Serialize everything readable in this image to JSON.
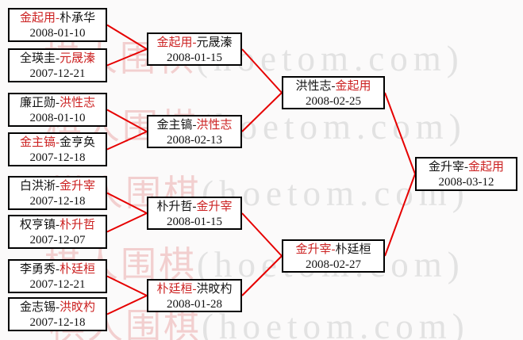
{
  "palette": {
    "background": "#fbfafa",
    "box_border": "#000000",
    "name_color": "#141414",
    "winner_color": "#cc2222",
    "line_color": "#e60000",
    "watermark_cjk_color": "#f2cfcf",
    "watermark_latin_color": "#e2e2e2"
  },
  "ui": {
    "separator": "-"
  },
  "watermark": {
    "cjk": "棋人围棋",
    "latin": "(hoetom.com)"
  },
  "bracket": {
    "round1": [
      {
        "p1": "金起用",
        "p1_win": true,
        "p2": "朴承华",
        "p2_win": false,
        "date": "2008-01-10"
      },
      {
        "p1": "全瑛圭",
        "p1_win": false,
        "p2": "元晟溱",
        "p2_win": true,
        "date": "2007-12-21"
      },
      {
        "p1": "廉正勋",
        "p1_win": false,
        "p2": "洪性志",
        "p2_win": true,
        "date": "2008-01-10"
      },
      {
        "p1": "金主镐",
        "p1_win": true,
        "p2": "金亨奂",
        "p2_win": false,
        "date": "2007-12-18"
      },
      {
        "p1": "白洪淅",
        "p1_win": false,
        "p2": "金升宰",
        "p2_win": true,
        "date": "2007-12-18"
      },
      {
        "p1": "权亨镇",
        "p1_win": false,
        "p2": "朴升哲",
        "p2_win": true,
        "date": "2007-12-07"
      },
      {
        "p1": "李勇秀",
        "p1_win": false,
        "p2": "朴廷桓",
        "p2_win": true,
        "date": "2007-12-21"
      },
      {
        "p1": "金志锡",
        "p1_win": false,
        "p2": "洪旼杓",
        "p2_win": true,
        "date": "2007-12-18"
      }
    ],
    "round2": [
      {
        "p1": "金起用",
        "p1_win": true,
        "p2": "元晟溱",
        "p2_win": false,
        "date": "2008-01-15"
      },
      {
        "p1": "金主镐",
        "p1_win": false,
        "p2": "洪性志",
        "p2_win": true,
        "date": "2008-02-13"
      },
      {
        "p1": "朴升哲",
        "p1_win": false,
        "p2": "金升宰",
        "p2_win": true,
        "date": "2008-01-15"
      },
      {
        "p1": "朴廷桓",
        "p1_win": true,
        "p2": "洪旼杓",
        "p2_win": false,
        "date": "2008-01-28"
      }
    ],
    "semifinals": [
      {
        "p1": "洪性志",
        "p1_win": false,
        "p2": "金起用",
        "p2_win": true,
        "date": "2008-02-25"
      },
      {
        "p1": "金升宰",
        "p1_win": true,
        "p2": "朴廷桓",
        "p2_win": false,
        "date": "2008-02-27"
      }
    ],
    "final": [
      {
        "p1": "金升宰",
        "p1_win": false,
        "p2": "金起用",
        "p2_win": true,
        "date": "2008-03-12"
      }
    ]
  }
}
